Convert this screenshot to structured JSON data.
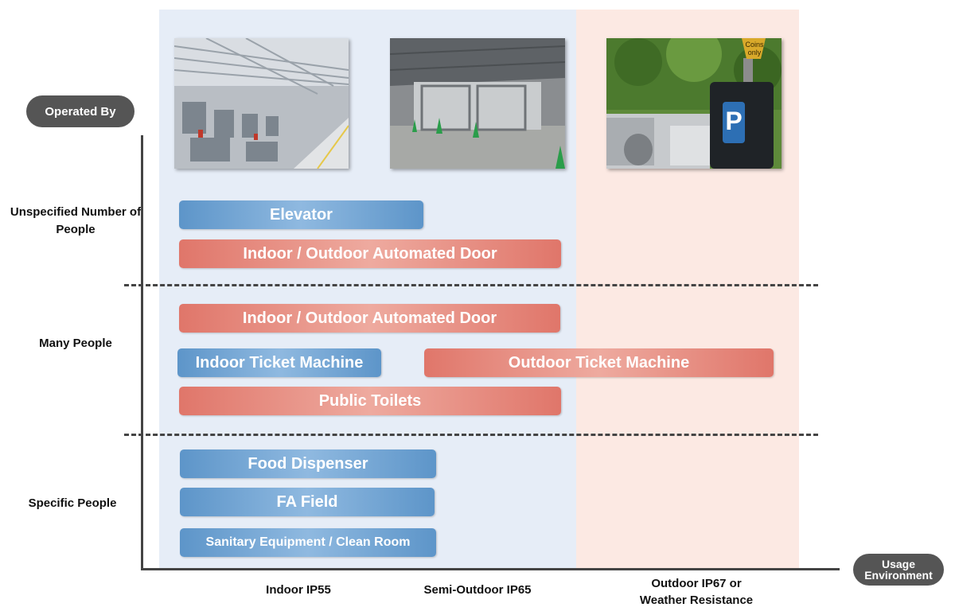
{
  "axes": {
    "y_title": "Operated By",
    "x_title": "Usage Environment"
  },
  "rows": [
    {
      "label": "Unspecified Number of People"
    },
    {
      "label": "Many People"
    },
    {
      "label": "Specific People"
    }
  ],
  "columns": [
    {
      "label": "Indoor IP55"
    },
    {
      "label": "Semi-Outdoor IP65"
    },
    {
      "label": "Outdoor IP67 or Weather Resistance"
    }
  ],
  "photos": {
    "factory": "factory floor photo",
    "parking": "indoor parking garage photo",
    "meter": {
      "sign": "Coins only",
      "p_letter": "P"
    }
  },
  "bars": {
    "elevator": "Elevator",
    "door_unspecified": "Indoor / Outdoor Automated Door",
    "door_many": "Indoor / Outdoor Automated Door",
    "indoor_ticket": "Indoor Ticket Machine",
    "outdoor_ticket": "Outdoor Ticket Machine",
    "public_toilets": "Public Toilets",
    "food_dispenser": "Food Dispenser",
    "fa_field": "FA Field",
    "sanitary": "Sanitary Equipment / Clean Room"
  },
  "colors": {
    "indoor_bar": "#5d95c9",
    "outdoor_bar": "#e0766a",
    "indoor_zone": "#e6edf7",
    "outdoor_zone": "#fce9e3"
  }
}
